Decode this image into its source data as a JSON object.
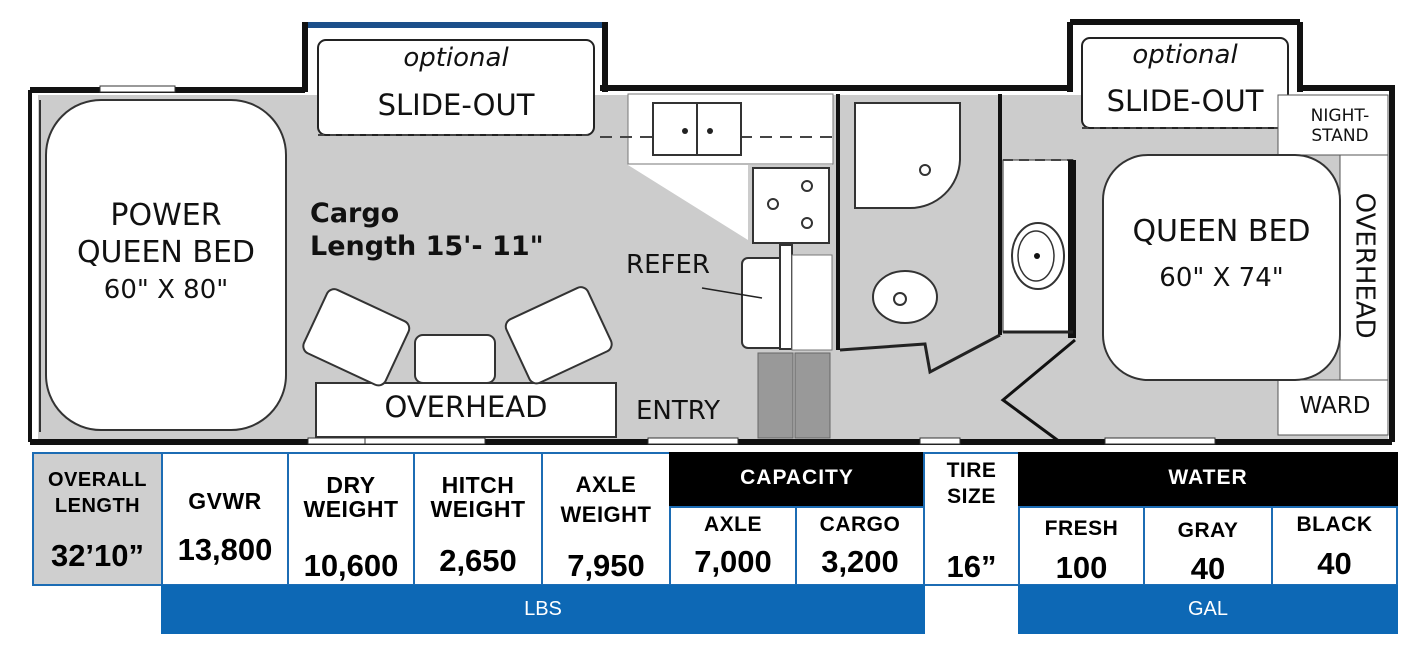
{
  "floorplan": {
    "front_slide": {
      "optional": "optional",
      "label": "SLIDE-OUT"
    },
    "rear_slide": {
      "optional": "optional",
      "label": "SLIDE-OUT"
    },
    "power_bed": {
      "line1": "POWER",
      "line2": "QUEEN BED",
      "size": "60\" X 80\""
    },
    "cargo": {
      "line1": "Cargo",
      "line2": "Length 15'- 11\""
    },
    "refer": "REFER",
    "entry": "ENTRY",
    "overhead_front": "OVERHEAD",
    "queen_bed": {
      "line1": "QUEEN BED",
      "size": "60\" X 74\""
    },
    "overhead_rear": "OVERHEAD",
    "nightstand": {
      "line1": "NIGHT-",
      "line2": "STAND"
    },
    "ward": "WARD"
  },
  "specs": {
    "overall_length": {
      "label1": "OVERALL",
      "label2": "LENGTH",
      "value": "32’10”"
    },
    "gvwr": {
      "label": "GVWR",
      "value": "13,800"
    },
    "dry_weight": {
      "label1": "DRY",
      "label2": "WEIGHT",
      "value": "10,600"
    },
    "hitch_weight": {
      "label1": "HITCH",
      "label2": "WEIGHT",
      "value": "2,650"
    },
    "axle_weight": {
      "label1": "AXLE",
      "label2": "WEIGHT",
      "value": "7,950"
    },
    "capacity": {
      "header": "CAPACITY",
      "axle": {
        "label": "AXLE",
        "value": "7,000"
      },
      "cargo": {
        "label": "CARGO",
        "value": "3,200"
      }
    },
    "tire_size": {
      "label1": "TIRE",
      "label2": "SIZE",
      "value": "16”"
    },
    "water": {
      "header": "WATER",
      "fresh": {
        "label": "FRESH",
        "value": "100"
      },
      "gray": {
        "label": "GRAY",
        "value": "40"
      },
      "black": {
        "label": "BLACK",
        "value": "40"
      }
    },
    "units": {
      "weight": "LBS",
      "water": "GAL"
    }
  },
  "colors": {
    "accent_blue": "#0d68b5",
    "border_blue": "#1c6cb4",
    "floor_gray": "#cccccc",
    "length_cell_gray": "#cfcfcf"
  }
}
